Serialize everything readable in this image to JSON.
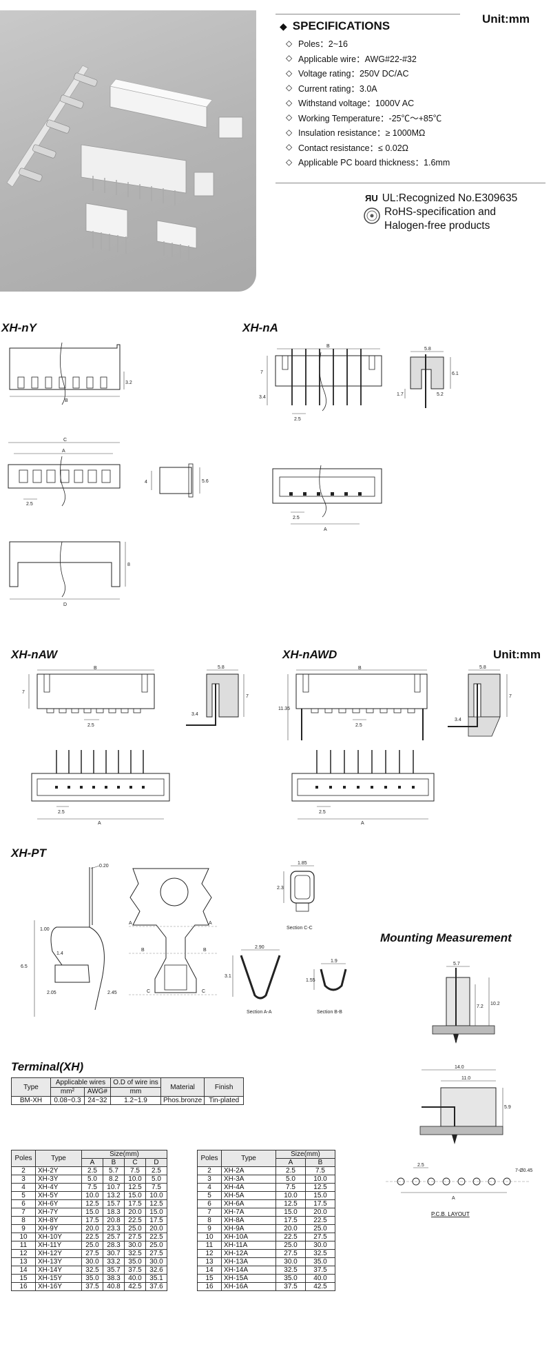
{
  "header": {
    "spec_title": "SPECIFICATIONS",
    "unit": "Unit:mm",
    "specs": [
      "Poles：2~16",
      "Applicable wire：AWG#22-#32",
      "Voltage rating：250V DC/AC",
      "Current rating：3.0A",
      "Withstand voltage：1000V AC",
      "Working Temperature：-25℃～+85℃",
      "Insulation resistance：≥ 1000MΩ",
      "Contact resistance：≤ 0.02Ω",
      "Applicable PC board thickness：1.6mm"
    ],
    "ul_text": "UL:Recognized No.E309635",
    "ul_mark": "ЯU",
    "rohs_lines": [
      "RoHS-specification and",
      "Halogen-free products"
    ]
  },
  "sections": {
    "xh_ny": "XH-nY",
    "xh_na": "XH-nA",
    "xh_naw": "XH-nAW",
    "xh_nawd": "XH-nAWD",
    "unit2": "Unit:mm",
    "xh_pt": "XH-PT",
    "mounting": "Mounting Measurement",
    "terminal": "Terminal(XH)"
  },
  "dims": {
    "A": "A",
    "B": "B",
    "C": "C",
    "D": "D",
    "p25": "2.5",
    "d32": "3.2",
    "d4": "4",
    "d56": "5.6",
    "d8": "8",
    "d58": "5.8",
    "d7": "7",
    "d34": "3.4",
    "d17": "1.7",
    "d61": "6.1",
    "d52": "5.2",
    "d1135": "11.35",
    "d020": "0.20",
    "d100": "1.00",
    "d14": "1.4",
    "d65": "6.5",
    "d205": "2.05",
    "d245": "2.45",
    "d185": "1.85",
    "d23": "2.3",
    "d290": "2.90",
    "d31": "3.1",
    "d19": "1.9",
    "d155": "1.55",
    "sec_cc": "Section C-C",
    "sec_aa": "Section A-A",
    "sec_bb": "Section B-B",
    "d57": "5.7",
    "d72": "7.2",
    "d102": "10.2",
    "d140": "14.0",
    "d110": "11.0",
    "d59": "5.9",
    "hole": "7-Ø0.45",
    "pcb": "P.C.B. LAYOUT"
  },
  "terminal_table": {
    "headers": [
      "Type",
      "Applicable wires",
      "O.D of wire ins",
      "Material",
      "Finish"
    ],
    "sub": [
      "mm²",
      "AWG#",
      "mm"
    ],
    "row": [
      "BM-XH",
      "0.08~0.3",
      "24~32",
      "1.2~1.9",
      "Phos.bronze",
      "Tin-plated"
    ]
  },
  "y_table": {
    "headers": [
      "Poles",
      "Type",
      "Size(mm)"
    ],
    "cols": [
      "A",
      "B",
      "C",
      "D"
    ],
    "rows": [
      [
        "2",
        "XH-2Y",
        "2.5",
        "5.7",
        "7.5",
        "2.5"
      ],
      [
        "3",
        "XH-3Y",
        "5.0",
        "8.2",
        "10.0",
        "5.0"
      ],
      [
        "4",
        "XH-4Y",
        "7.5",
        "10.7",
        "12.5",
        "7.5"
      ],
      [
        "5",
        "XH-5Y",
        "10.0",
        "13.2",
        "15.0",
        "10.0"
      ],
      [
        "6",
        "XH-6Y",
        "12.5",
        "15.7",
        "17.5",
        "12.5"
      ],
      [
        "7",
        "XH-7Y",
        "15.0",
        "18.3",
        "20.0",
        "15.0"
      ],
      [
        "8",
        "XH-8Y",
        "17.5",
        "20.8",
        "22.5",
        "17.5"
      ],
      [
        "9",
        "XH-9Y",
        "20.0",
        "23.3",
        "25.0",
        "20.0"
      ],
      [
        "10",
        "XH-10Y",
        "22.5",
        "25.7",
        "27.5",
        "22.5"
      ],
      [
        "11",
        "XH-11Y",
        "25.0",
        "28.3",
        "30.0",
        "25.0"
      ],
      [
        "12",
        "XH-12Y",
        "27.5",
        "30.7",
        "32.5",
        "27.5"
      ],
      [
        "13",
        "XH-13Y",
        "30.0",
        "33.2",
        "35.0",
        "30.0"
      ],
      [
        "14",
        "XH-14Y",
        "32.5",
        "35.7",
        "37.5",
        "32.6"
      ],
      [
        "15",
        "XH-15Y",
        "35.0",
        "38.3",
        "40.0",
        "35.1"
      ],
      [
        "16",
        "XH-16Y",
        "37.5",
        "40.8",
        "42.5",
        "37.6"
      ]
    ]
  },
  "a_table": {
    "headers": [
      "Poles",
      "Type",
      "Size(mm)"
    ],
    "cols": [
      "A",
      "B"
    ],
    "rows": [
      [
        "2",
        "XH-2A",
        "2.5",
        "7.5"
      ],
      [
        "3",
        "XH-3A",
        "5.0",
        "10.0"
      ],
      [
        "4",
        "XH-4A",
        "7.5",
        "12.5"
      ],
      [
        "5",
        "XH-5A",
        "10.0",
        "15.0"
      ],
      [
        "6",
        "XH-6A",
        "12.5",
        "17.5"
      ],
      [
        "7",
        "XH-7A",
        "15.0",
        "20.0"
      ],
      [
        "8",
        "XH-8A",
        "17.5",
        "22.5"
      ],
      [
        "9",
        "XH-9A",
        "20.0",
        "25.0"
      ],
      [
        "10",
        "XH-10A",
        "22.5",
        "27.5"
      ],
      [
        "11",
        "XH-11A",
        "25.0",
        "30.0"
      ],
      [
        "12",
        "XH-12A",
        "27.5",
        "32.5"
      ],
      [
        "13",
        "XH-13A",
        "30.0",
        "35.0"
      ],
      [
        "14",
        "XH-14A",
        "32.5",
        "37.5"
      ],
      [
        "15",
        "XH-15A",
        "35.0",
        "40.0"
      ],
      [
        "16",
        "XH-16A",
        "37.5",
        "42.5"
      ]
    ]
  }
}
